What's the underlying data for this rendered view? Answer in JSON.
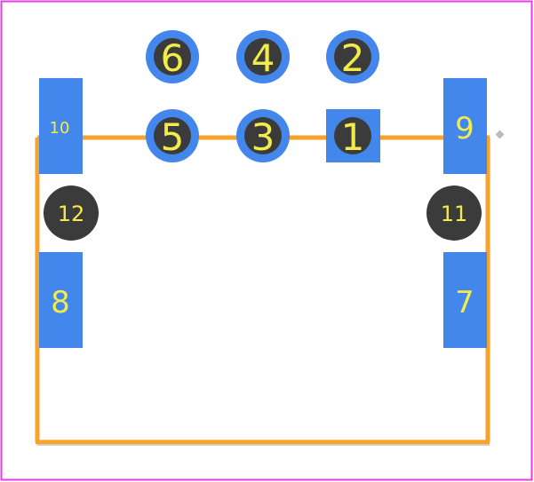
{
  "pads": {
    "p1": "1",
    "p2": "2",
    "p3": "3",
    "p4": "4",
    "p5": "5",
    "p6": "6",
    "p7": "7",
    "p8": "8",
    "p9": "9",
    "p10": "10",
    "p11": "11",
    "p12": "12"
  },
  "colors": {
    "pad_blue": "#4386ec",
    "hole_dark": "#3b3b3b",
    "silkscreen": "#f5a32a",
    "label_yellow": "#f2ec4a",
    "board_border": "#e63ce6",
    "marker_gray": "#bcbcbc"
  }
}
